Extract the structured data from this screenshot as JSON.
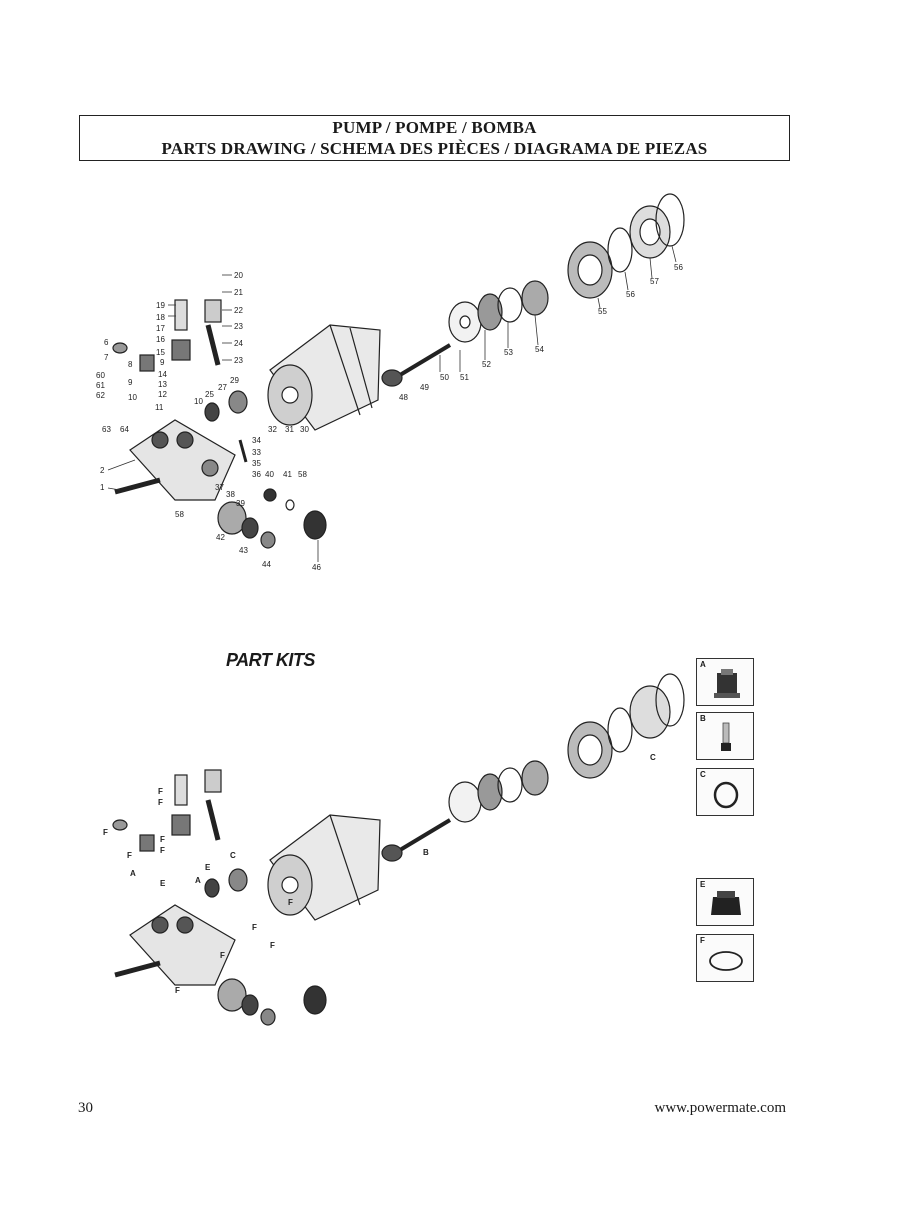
{
  "header": {
    "line1": "PUMP / POMPE / BOMBA",
    "line2": "PARTS DRAWING / SCHEMA DES PIÈCES / DIAGRAMA DE PIEZAS"
  },
  "parts_labels": [
    "1",
    "2",
    "6",
    "7",
    "8",
    "9",
    "10",
    "11",
    "12",
    "13",
    "14",
    "15",
    "16",
    "17",
    "18",
    "19",
    "20",
    "21",
    "22",
    "23",
    "24",
    "25",
    "27",
    "29",
    "30",
    "31",
    "32",
    "33",
    "34",
    "35",
    "36",
    "37",
    "38",
    "39",
    "40",
    "41",
    "42",
    "43",
    "44",
    "46",
    "48",
    "49",
    "50",
    "51",
    "52",
    "53",
    "54",
    "55",
    "56",
    "57",
    "58",
    "60",
    "61",
    "62",
    "63",
    "64"
  ],
  "part_kits": {
    "title": "PART KITS",
    "kits": [
      {
        "letter": "A",
        "icon": "seal-kit-icon"
      },
      {
        "letter": "B",
        "icon": "plunger-kit-icon"
      },
      {
        "letter": "C",
        "icon": "oring-kit-icon"
      },
      {
        "letter": "E",
        "icon": "valve-kit-icon"
      },
      {
        "letter": "F",
        "icon": "gasket-kit-icon"
      }
    ],
    "callouts": [
      "A",
      "B",
      "C",
      "E",
      "F"
    ]
  },
  "footer": {
    "page_number": "30",
    "website": "www.powermate.com"
  }
}
